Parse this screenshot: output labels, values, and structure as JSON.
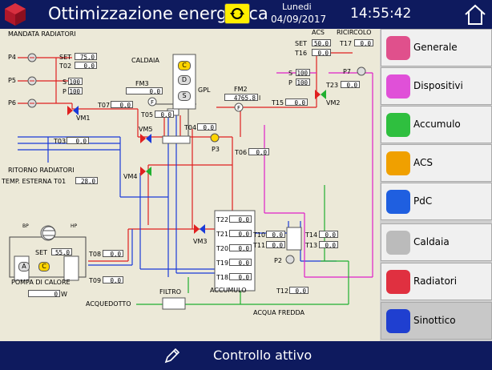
{
  "header": {
    "title": "Ottimizzazione energetica",
    "day": "Lunedi",
    "date": "04/09/2017",
    "time": "14:55:42"
  },
  "footer": {
    "status": "Controllo attivo"
  },
  "sidebar": {
    "items": [
      {
        "label": "Generale",
        "color": "#e0508c",
        "icon": "gear-icon"
      },
      {
        "label": "Dispositivi",
        "color": "#e050d8",
        "icon": "valve-icon"
      },
      {
        "label": "Accumulo",
        "color": "#2fbf3f",
        "icon": "tank-icon"
      },
      {
        "label": "ACS",
        "color": "#f0a000",
        "icon": "tap-icon"
      },
      {
        "label": "PdC",
        "color": "#1f5fe0",
        "icon": "heat-pump-icon"
      },
      {
        "label": "Caldaia",
        "color": "#bbbbbb",
        "icon": "boiler-icon"
      },
      {
        "label": "Radiatori",
        "color": "#e03040",
        "icon": "radiator-icon"
      },
      {
        "label": "Sinottico",
        "color": "#1f3fd0",
        "icon": "synoptic-icon"
      }
    ]
  },
  "diagram": {
    "mandata_radiatori": "MANDATA RADIATORI",
    "ritorno_radiatori": "RITORNO RADIATORI",
    "temp_esterna": "TEMP. ESTERNA T01",
    "temp_esterna_val": "28.0",
    "caldaia": "CALDAIA",
    "gpl": "GPL",
    "acs": "ACS",
    "ricircolo": "RICIRCOLO",
    "pompa_di_calore": "POMPA DI CALORE",
    "accumulo": "ACCUMULO",
    "acquedotto": "ACQUEDOTTO",
    "filtro": "FILTRO",
    "acqua_fredda": "ACQUA FREDDA",
    "pumps": {
      "p4": "P4",
      "p5": "P5",
      "p6": "P6",
      "p3": "P3",
      "p2": "P2",
      "p7": "P7"
    },
    "valves": {
      "vm1": "VM1",
      "vm2": "VM2",
      "vm3": "VM3",
      "vm4": "VM4",
      "vm5": "VM5"
    },
    "rad_set_label": "SET",
    "rad_set": "75.0",
    "t02_label": "T02",
    "t02": "0.0",
    "s_label": "S",
    "s_val": "100",
    "p_label": "P",
    "p_val": "100",
    "t03_label": "T03",
    "t03": "0.0",
    "t07_label": "T07",
    "t07": "0.0",
    "fm3_label": "FM3",
    "fm3": "0.0",
    "t05_label": "T05",
    "t05": "0.0",
    "t04_label": "T04",
    "t04": "0.0",
    "t06_label": "T06",
    "t06": "0.0",
    "fm2_label": "FM2",
    "fm2": "4765.8",
    "fm2_unit": "l",
    "t15_label": "T15",
    "t15": "0.0",
    "acs_set_label": "SET",
    "acs_set": "50.0",
    "t16_label": "T16",
    "t16": "0.0",
    "t17_label": "T17",
    "t17": "0.0",
    "acs_s_label": "S",
    "acs_s": "100",
    "acs_p_label": "P",
    "acs_p": "100",
    "t23_label": "T23",
    "t23": "0.0",
    "t22_label": "T22",
    "t22": "0.0",
    "t21_label": "T21",
    "t21": "0.0",
    "t20_label": "T20",
    "t20": "0.0",
    "t19_label": "T19",
    "t19": "0.0",
    "t18_label": "T18",
    "t18": "0.0",
    "t10_label": "T10",
    "t10": "0.0",
    "t11_label": "T11",
    "t11": "0.0",
    "t14_label": "T14",
    "t14": "0.0",
    "t13_label": "T13",
    "t13": "0.0",
    "t12_label": "T12",
    "t12": "0.0",
    "t08_label": "T08",
    "t08": "0.0",
    "t09_label": "T09",
    "t09": "0.0",
    "pdc_set_label": "SET",
    "pdc_set": "55.0",
    "pdc_w": "0",
    "pdc_w_unit": "W",
    "boiler_c": "C",
    "boiler_d": "D",
    "boiler_s": "S",
    "pdc_a": "A",
    "pdc_c": "C",
    "bp_label": "BP",
    "hp_label": "HP"
  }
}
